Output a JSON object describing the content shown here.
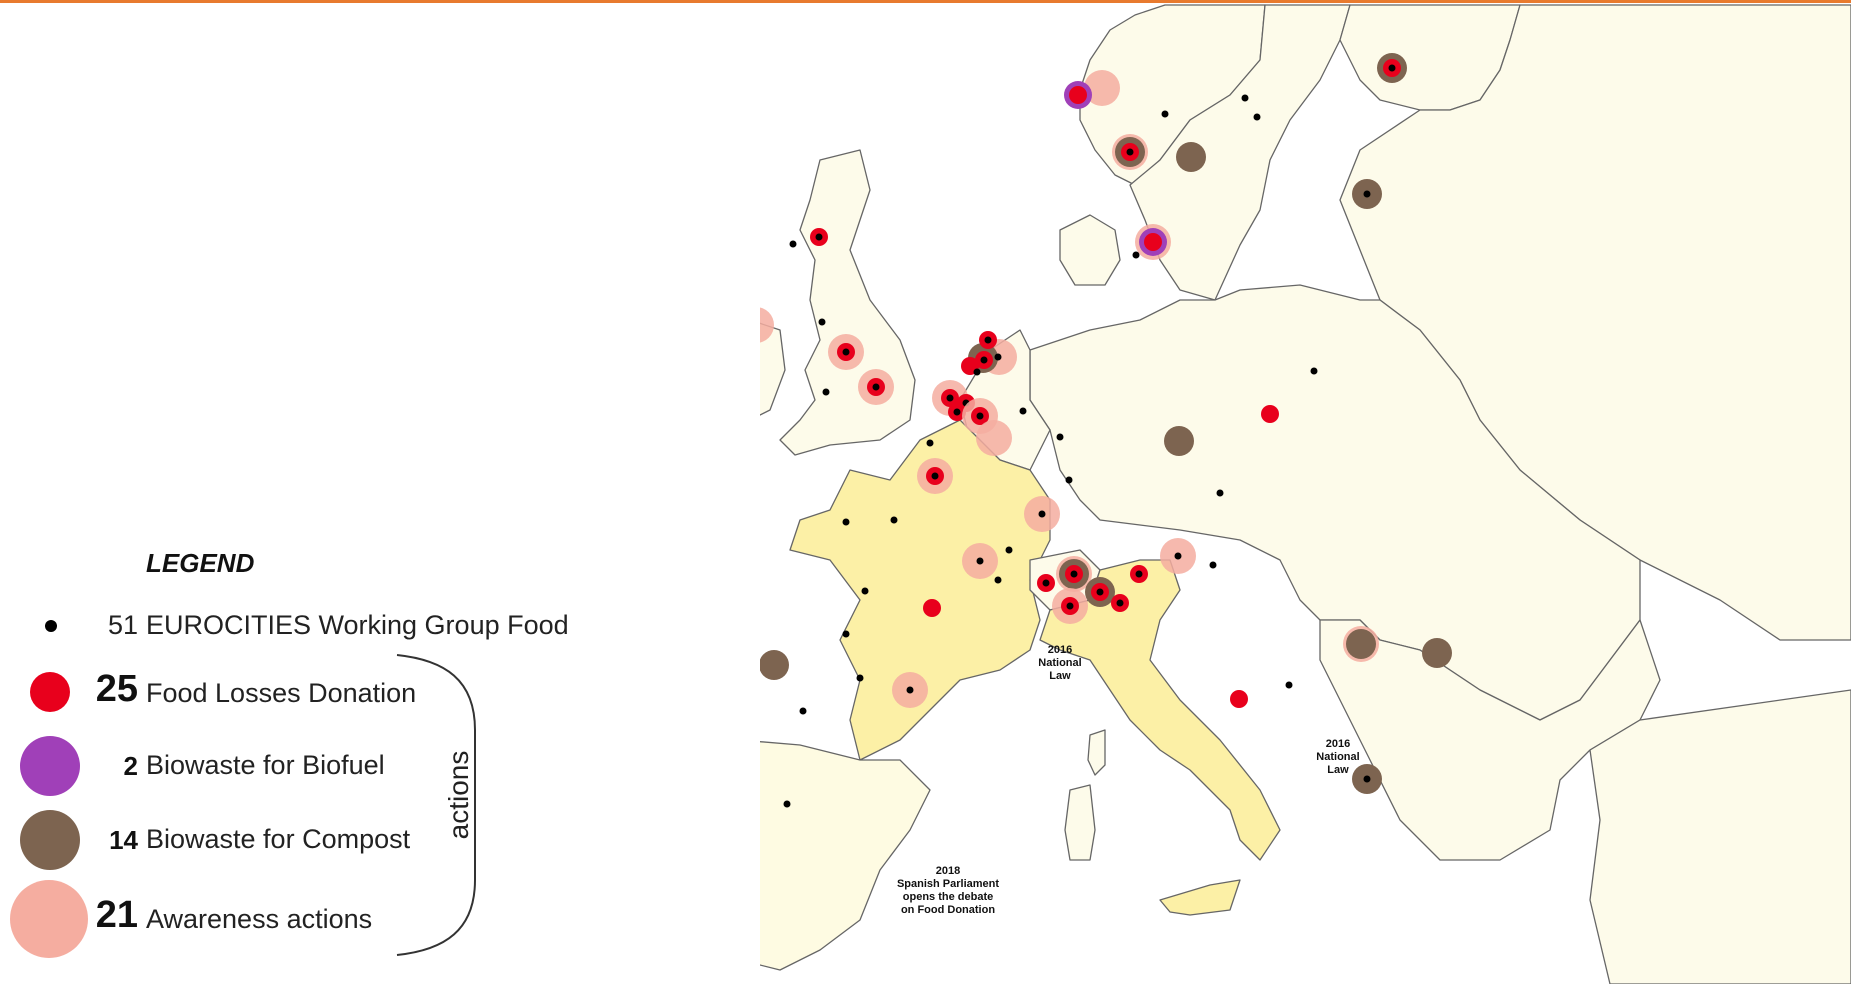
{
  "legend": {
    "title": "LEGEND",
    "members_count": "51",
    "members_label": "EUROCITIES Working Group Food",
    "items": [
      {
        "count": "25",
        "label": "Food Losses Donation",
        "color": "#e8001c"
      },
      {
        "count": "2",
        "label": "Biowaste for Biofuel",
        "color": "#a040b8"
      },
      {
        "count": "14",
        "label": "Biowaste for Compost",
        "color": "#7d6450"
      },
      {
        "count": "21",
        "label": "Awareness actions",
        "color": "#f5ada0"
      }
    ],
    "group_label": "actions"
  },
  "annotations": {
    "france": [
      "2016",
      "National",
      "Law"
    ],
    "italy": [
      "2016",
      "National",
      "Law"
    ],
    "spain": [
      "2018",
      "Spanish Parliament",
      "opens the debate",
      "on Food Donation"
    ]
  },
  "colors": {
    "accent_bar": "#e87a2e",
    "land": "#fdfbea",
    "law_country": "#fcf0a6",
    "border": "#555555",
    "member_dot": "#000000"
  }
}
